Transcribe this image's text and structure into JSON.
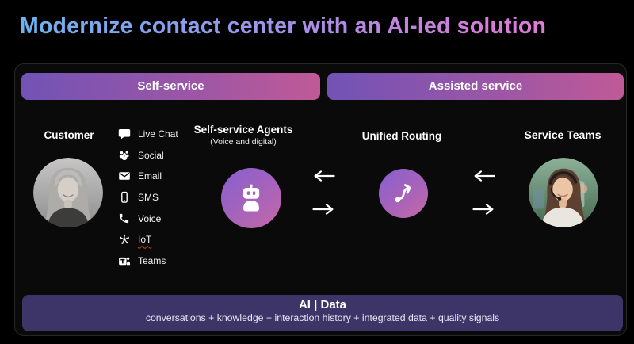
{
  "title": "Modernize contact center with an AI-led solution",
  "sections": [
    {
      "label": "Self-service"
    },
    {
      "label": "Assisted service"
    }
  ],
  "customer": {
    "label": "Customer",
    "icon": "customer-avatar"
  },
  "channels": [
    {
      "label": "Live Chat",
      "icon": "live-chat-icon"
    },
    {
      "label": "Social",
      "icon": "social-icon"
    },
    {
      "label": "Email",
      "icon": "email-icon"
    },
    {
      "label": "SMS",
      "icon": "sms-icon"
    },
    {
      "label": "Voice",
      "icon": "voice-icon"
    },
    {
      "label": "IoT",
      "icon": "iot-icon",
      "spellcheck_underline": true
    },
    {
      "label": "Teams",
      "icon": "teams-icon"
    }
  ],
  "agents": {
    "title": "Self-service Agents",
    "subtitle": "(Voice and digital)",
    "icon": "bot-icon"
  },
  "routing": {
    "title": "Unified Routing",
    "icon": "route-icon"
  },
  "service_teams": {
    "title": "Service Teams",
    "icon": "service-agent-avatar"
  },
  "footer": {
    "title": "AI | Data",
    "subtitle": "conversations + knowledge + interaction history + integrated data + quality signals"
  },
  "colors": {
    "title_gradient_start": "#6db2ef",
    "title_gradient_end": "#e67fd4",
    "pill_gradient_start": "#7153b5",
    "pill_gradient_end": "#c05a96",
    "circle_gradient_start": "#8d60cb",
    "circle_gradient_end": "#c268a8",
    "footer_bar": "#3d3468",
    "background": "#000000",
    "spellcheck_red": "#de3a2c"
  }
}
